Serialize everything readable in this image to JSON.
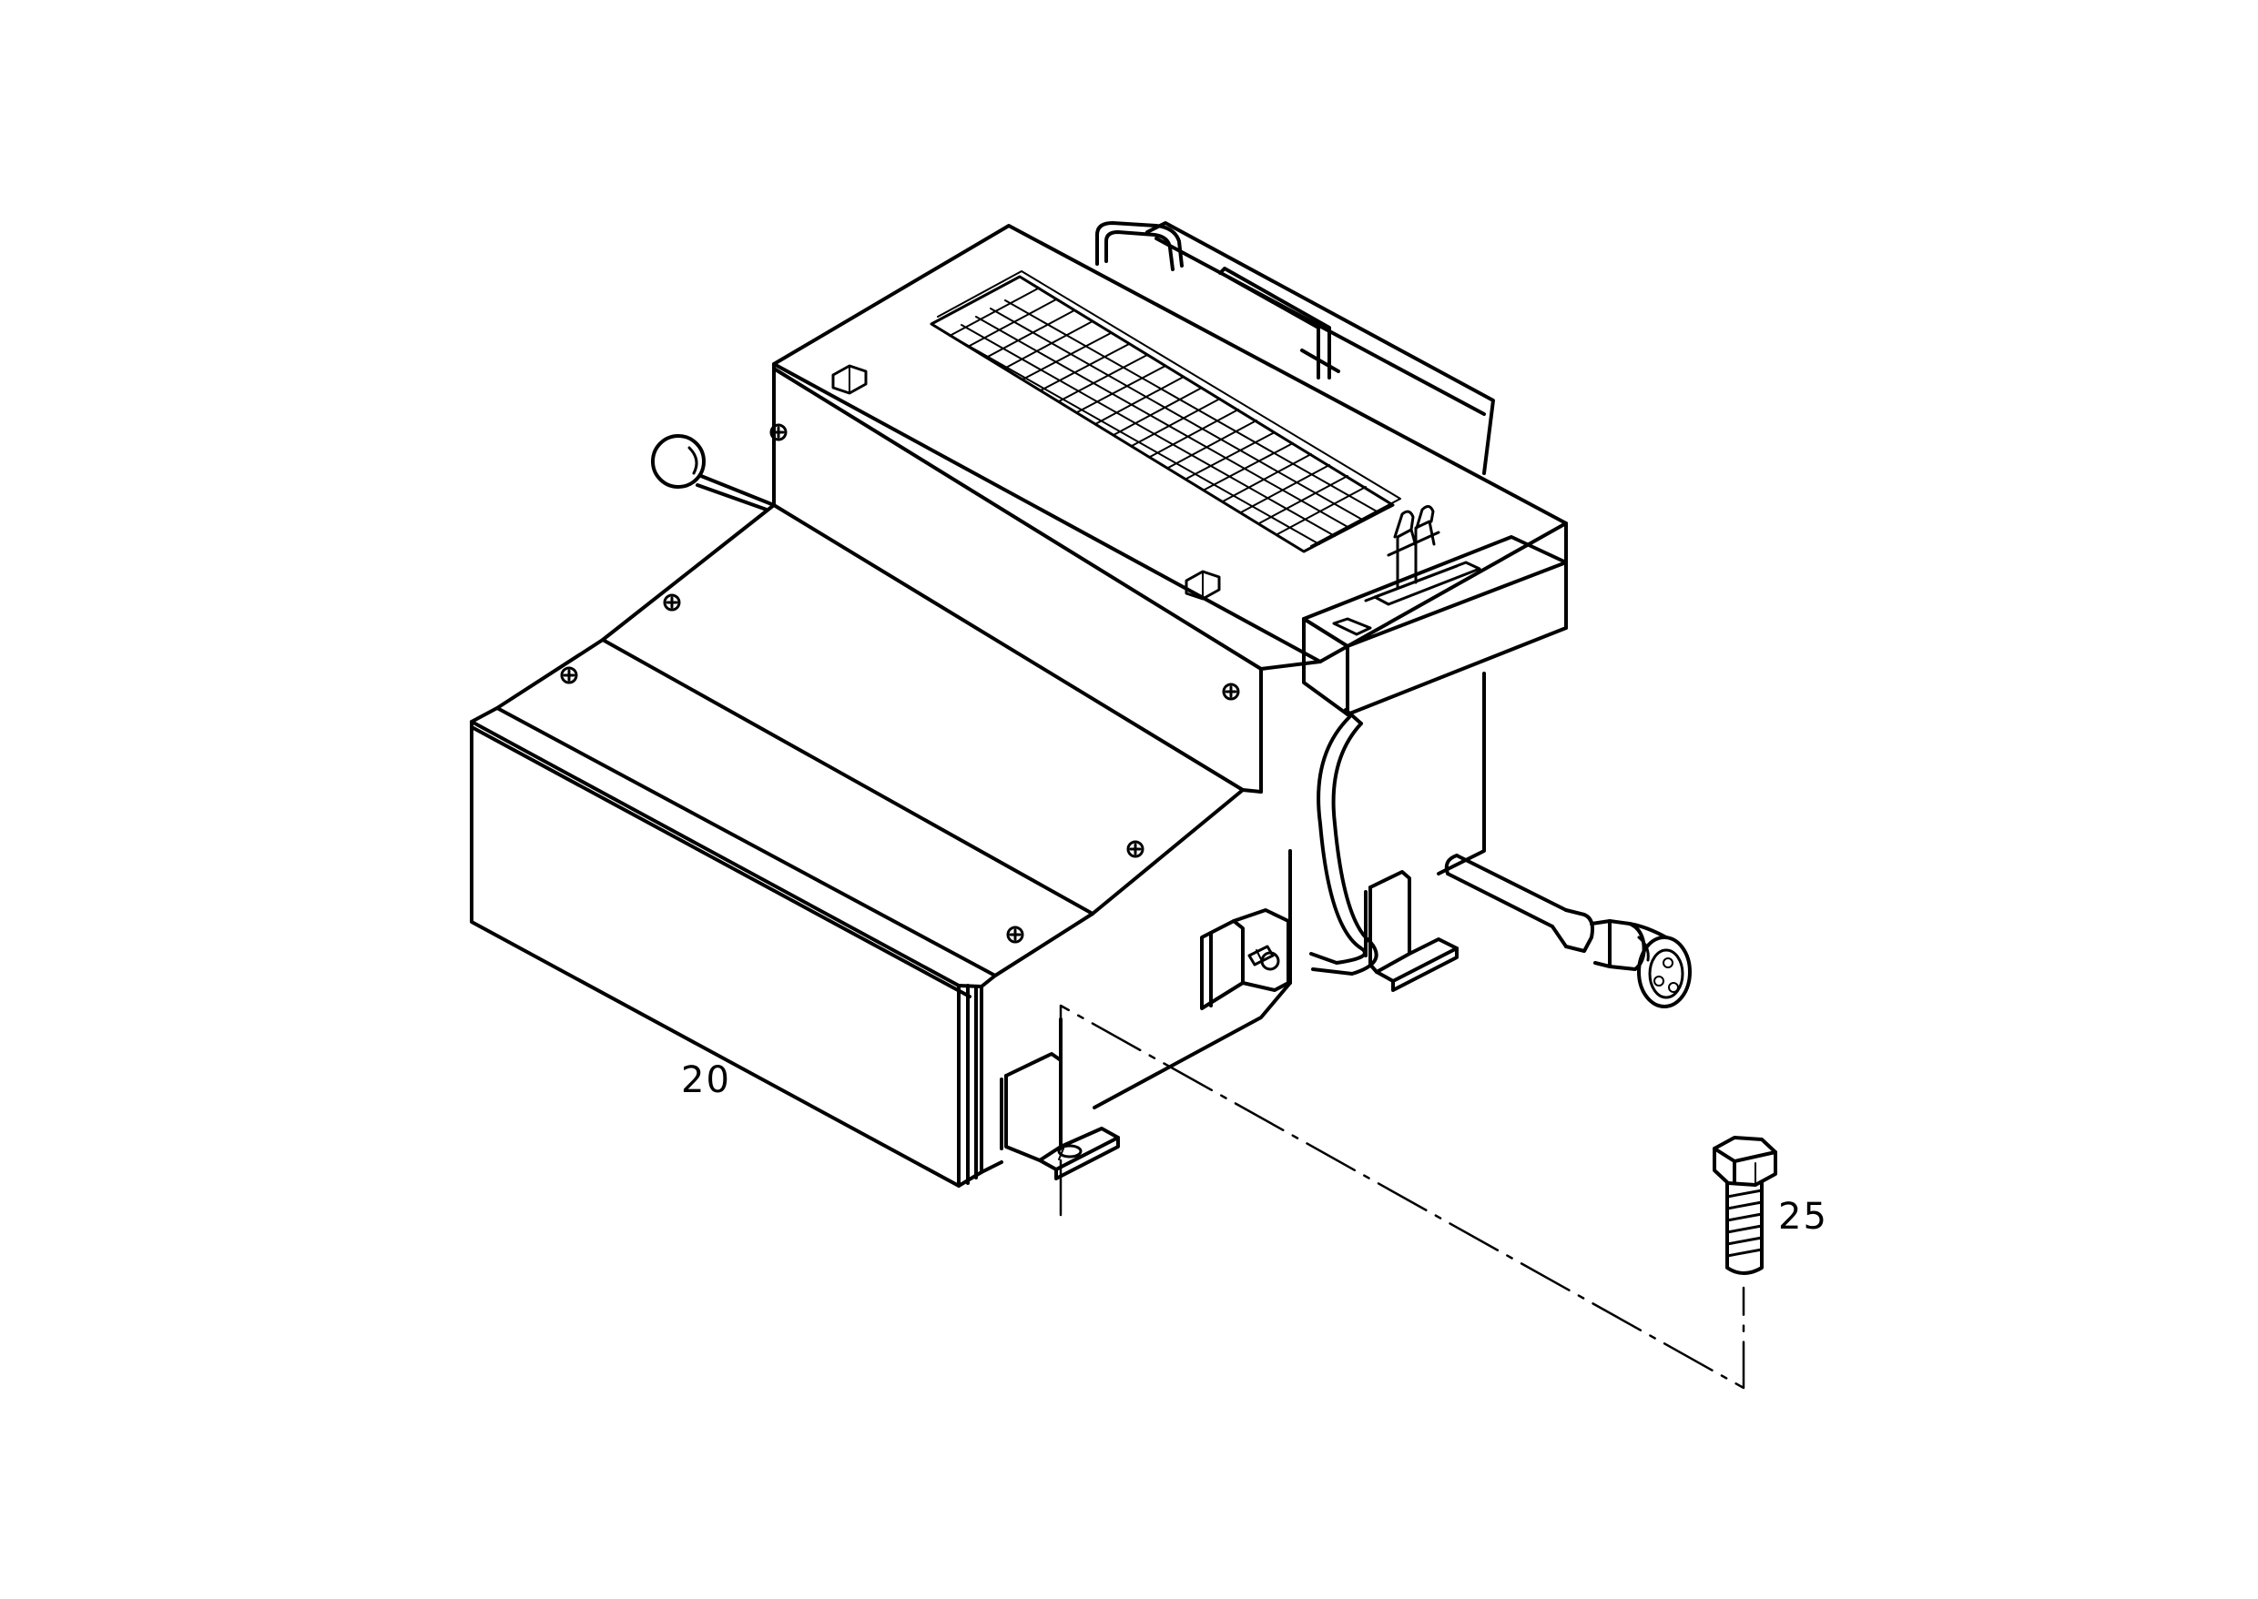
{
  "diagram": {
    "callouts": [
      {
        "id": "housing",
        "label": "20"
      },
      {
        "id": "bolt",
        "label": "25"
      }
    ]
  },
  "colors": {
    "ink": "#000000",
    "paper": "#ffffff"
  }
}
